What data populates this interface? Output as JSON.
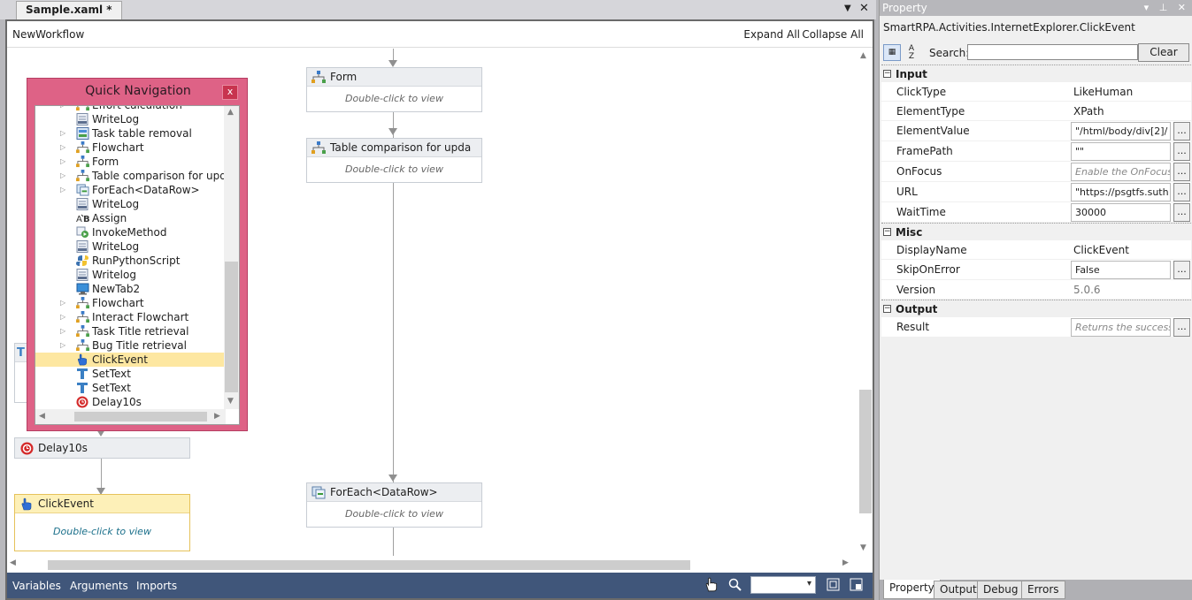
{
  "document": {
    "tab_title": "Sample.xaml *",
    "dropdown_glyph": "▼",
    "close_glyph": "✕"
  },
  "designer": {
    "workflow_title": "NewWorkflow",
    "expand_all": "Expand All",
    "collapse_all": "Collapse All",
    "activities": {
      "form": {
        "title": "Form",
        "hint": "Double-click to view",
        "icon": "flowchart-icon"
      },
      "table": {
        "title": "Table comparison for upda",
        "hint": "Double-click to view",
        "icon": "flowchart-icon"
      },
      "foreach": {
        "title": "ForEach<DataRow>",
        "hint": "Double-click to view",
        "icon": "foreach-icon"
      },
      "delay": {
        "title": "Delay10s",
        "icon": "delay-icon"
      },
      "click": {
        "title": "ClickEvent",
        "hint": "Double-click to view",
        "icon": "hand-icon"
      }
    }
  },
  "quick_navigation": {
    "title": "Quick Navigation",
    "close": "x",
    "items": [
      {
        "label": "Effort calculation",
        "icon": "flowchart-icon",
        "expandable": true
      },
      {
        "label": "WriteLog",
        "icon": "log-icon",
        "expandable": false
      },
      {
        "label": "Task table removal",
        "icon": "sequence-icon",
        "expandable": true
      },
      {
        "label": "Flowchart",
        "icon": "flowchart-icon",
        "expandable": true
      },
      {
        "label": "Form",
        "icon": "flowchart-icon",
        "expandable": true
      },
      {
        "label": "Table comparison for upd...",
        "icon": "flowchart-icon",
        "expandable": true
      },
      {
        "label": "ForEach<DataRow>",
        "icon": "foreach-icon",
        "expandable": true
      },
      {
        "label": "WriteLog",
        "icon": "log-icon",
        "expandable": false
      },
      {
        "label": "Assign",
        "icon": "assign-icon",
        "expandable": false
      },
      {
        "label": "InvokeMethod",
        "icon": "invoke-icon",
        "expandable": false
      },
      {
        "label": "WriteLog",
        "icon": "log-icon",
        "expandable": false
      },
      {
        "label": "RunPythonScript",
        "icon": "python-icon",
        "expandable": false
      },
      {
        "label": "Writelog",
        "icon": "log-icon",
        "expandable": false
      },
      {
        "label": "NewTab2",
        "icon": "monitor-icon",
        "expandable": false
      },
      {
        "label": "Flowchart",
        "icon": "flowchart-icon",
        "expandable": true
      },
      {
        "label": "Interact Flowchart",
        "icon": "flowchart-icon",
        "expandable": true
      },
      {
        "label": "Task Title retrieval",
        "icon": "flowchart-icon",
        "expandable": true
      },
      {
        "label": "Bug Title retrieval",
        "icon": "flowchart-icon",
        "expandable": true
      },
      {
        "label": "ClickEvent",
        "icon": "hand-icon",
        "expandable": false,
        "selected": true
      },
      {
        "label": "SetText",
        "icon": "text-icon",
        "expandable": false
      },
      {
        "label": "SetText",
        "icon": "text-icon",
        "expandable": false
      },
      {
        "label": "Delay10s",
        "icon": "delay-icon",
        "expandable": false
      }
    ]
  },
  "statusbar": {
    "variables": "Variables",
    "arguments": "Arguments",
    "imports": "Imports"
  },
  "property": {
    "panel_title": "Property",
    "type_name": "SmartRPA.Activities.InternetExplorer.ClickEvent",
    "search_label": "Search:",
    "search_value": "",
    "clear_label": "Clear",
    "ellipsis": "...",
    "categories": {
      "input": "Input",
      "misc": "Misc",
      "output": "Output"
    },
    "input": {
      "click_type": {
        "name": "ClickType",
        "value": "LikeHuman"
      },
      "element_type": {
        "name": "ElementType",
        "value": "XPath"
      },
      "element_value": {
        "name": "ElementValue",
        "value": "\"/html/body/div[2]/"
      },
      "frame_path": {
        "name": "FramePath",
        "value": "\"\""
      },
      "on_focus": {
        "name": "OnFocus",
        "placeholder": "Enable the OnFocus"
      },
      "url": {
        "name": "URL",
        "value": "\"https://psgtfs.suth"
      },
      "wait_time": {
        "name": "WaitTime",
        "value": "30000"
      }
    },
    "misc": {
      "display_name": {
        "name": "DisplayName",
        "value": "ClickEvent"
      },
      "skip_on_error": {
        "name": "SkipOnError",
        "value": "False"
      },
      "version": {
        "name": "Version",
        "value": "5.0.6"
      }
    },
    "output": {
      "result": {
        "name": "Result",
        "placeholder": "Returns the success"
      }
    },
    "tabs": [
      "Property",
      "Output",
      "Debug",
      "Errors"
    ]
  },
  "colors": {
    "quicknav_bg": "#de6286",
    "statusbar_bg": "#40567a",
    "selection": "#fde7a1"
  }
}
